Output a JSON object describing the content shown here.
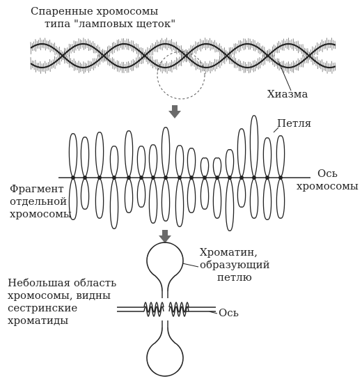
{
  "top": {
    "title_line1": "Спаренные хромосомы",
    "title_line2": "типа \"ламповых щеток\"",
    "chiasma": "Хиазма"
  },
  "middle": {
    "loop": "Петля",
    "axis_line1": "Ось",
    "axis_line2": "хромосомы",
    "fragment_line1": "Фрагмент",
    "fragment_line2": "отдельной",
    "fragment_line3": "хромосомы"
  },
  "bottom": {
    "chromatin_line1": "Хроматин,",
    "chromatin_line2": "образующий",
    "chromatin_line3": "петлю",
    "axis": "Ось",
    "region_line1": "Небольшая область",
    "region_line2": "хромосомы, видны",
    "region_line3": "сестринские",
    "region_line4": "хроматиды"
  },
  "colors": {
    "ink": "#222222",
    "arrow": "#6b6b6b",
    "dash": "#555555"
  }
}
